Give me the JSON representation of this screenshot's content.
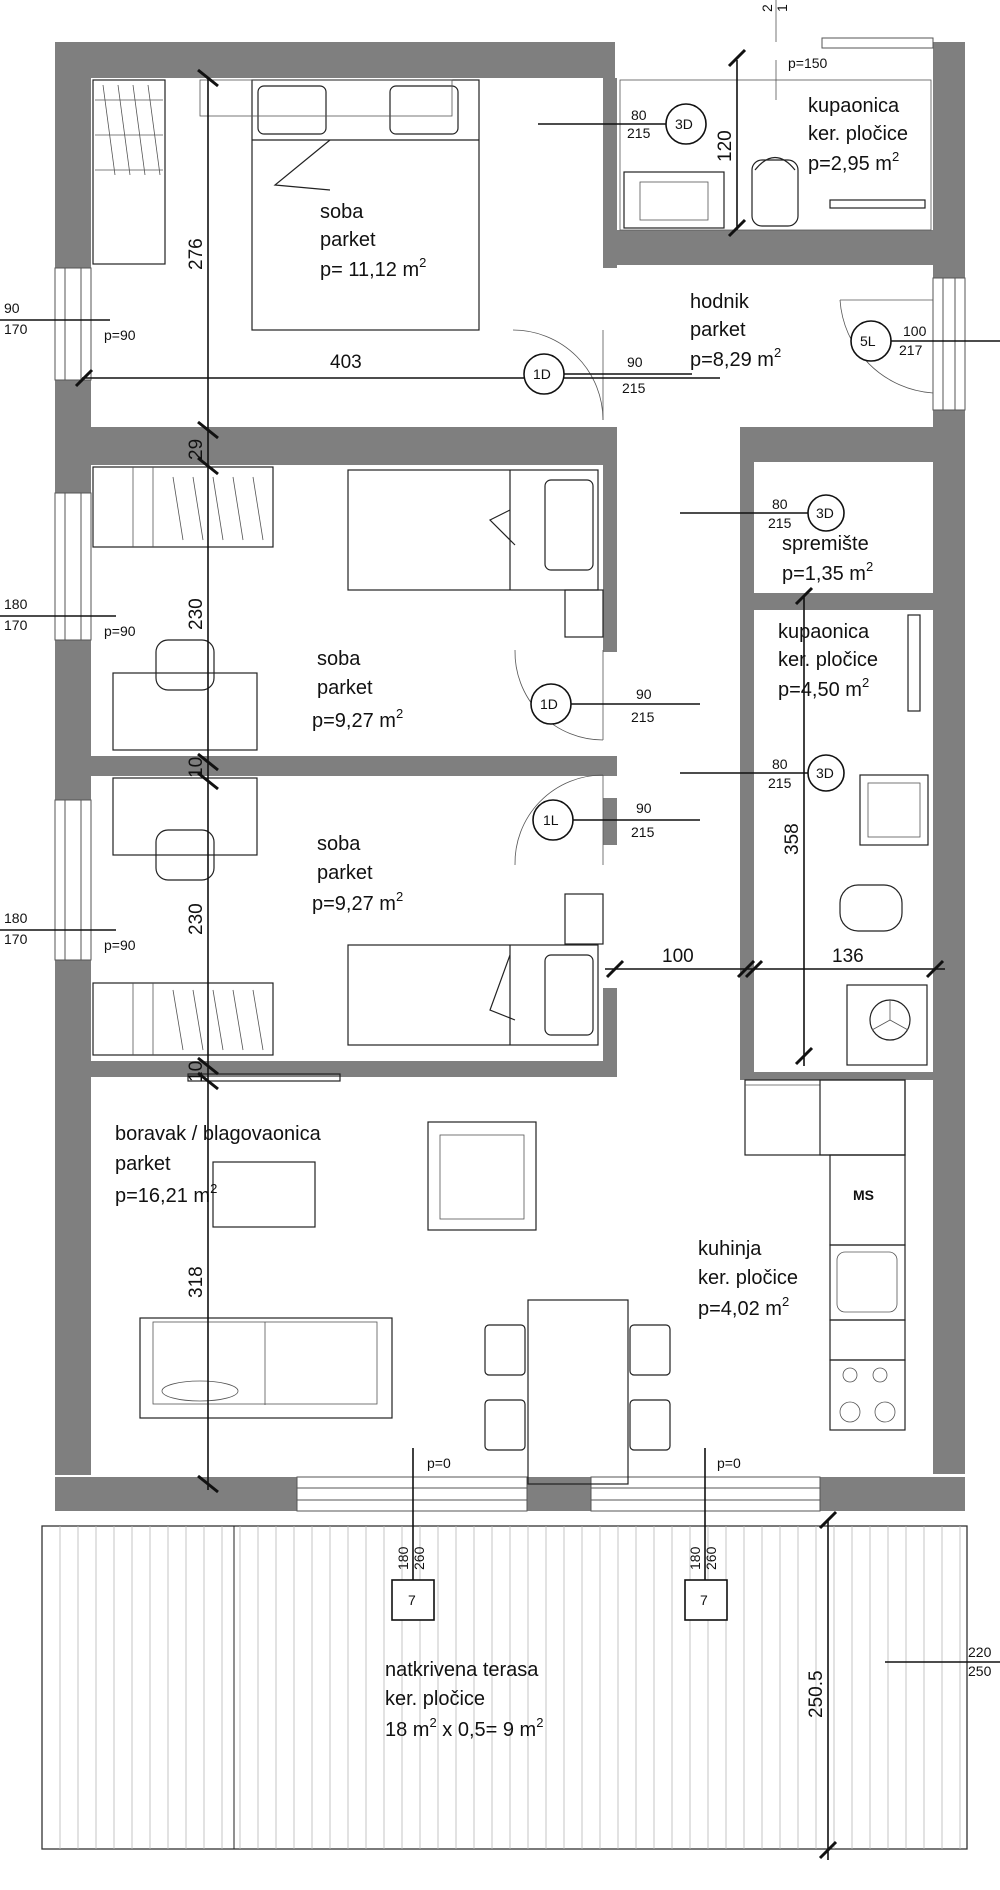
{
  "rooms": {
    "soba1": {
      "name": "soba",
      "floor": "parket",
      "area_prefix": "p= 11,12 m",
      "area_sup": "2"
    },
    "kupaonica1": {
      "name": "kupaonica",
      "floor": "ker. pločice",
      "area_prefix": "p=2,95 m",
      "area_sup": "2"
    },
    "hodnik": {
      "name": "hodnik",
      "floor": "parket",
      "area_prefix": "p=8,29 m",
      "area_sup": "2"
    },
    "spremiste": {
      "name": "spremište",
      "area_prefix": "p=1,35 m",
      "area_sup": "2"
    },
    "kupaonica2": {
      "name": "kupaonica",
      "floor": "ker. pločice",
      "area_prefix": "p=4,50 m",
      "area_sup": "2"
    },
    "soba2": {
      "name": "soba",
      "floor": "parket",
      "area_prefix": "p=9,27 m",
      "area_sup": "2"
    },
    "soba3": {
      "name": "soba",
      "floor": "parket",
      "area_prefix": "p=9,27 m",
      "area_sup": "2"
    },
    "boravak": {
      "name": "boravak / blagovaonica",
      "floor": "parket",
      "area_prefix": "p=16,21 m",
      "area_sup": "2"
    },
    "kuhinja": {
      "name": "kuhinja",
      "floor": "ker. pločice",
      "area_prefix": "p=4,02 m",
      "area_sup": "2"
    },
    "terasa": {
      "name": "natkrivena terasa",
      "floor": "ker. pločice",
      "area_prefix": "18 m",
      "area_sup": "2",
      "area_mid": " x 0,5= 9 m",
      "area_sup2": "2"
    }
  },
  "dimensions": {
    "d276": "276",
    "d403": "403",
    "d29": "29",
    "d230a": "230",
    "d10a": "10",
    "d230b": "230",
    "d10b": "10",
    "d318": "318",
    "d120": "120",
    "d358": "358",
    "d100": "100",
    "d136": "136",
    "d2505": "250.5"
  },
  "windows": {
    "w1": {
      "w": "90",
      "h": "170",
      "sill": "p=90"
    },
    "w2": {
      "w": "180",
      "h": "170",
      "sill": "p=90"
    },
    "w3": {
      "w": "180",
      "h": "170",
      "sill": "p=90"
    },
    "w4": {
      "w": "220",
      "h": "250"
    },
    "w5": {
      "w": "180",
      "h": "260",
      "sill": "p=0"
    },
    "w6": {
      "w": "180",
      "h": "260",
      "sill": "p=0"
    },
    "top_cut": {
      "a": "2",
      "b": "1"
    },
    "bath_sill": "p=150"
  },
  "doors": {
    "d_bath": {
      "tag": "3D",
      "w": "80",
      "h": "215"
    },
    "d_soba1": {
      "tag": "1D",
      "w": "90",
      "h": "215"
    },
    "d_entry": {
      "tag": "5L",
      "w": "100",
      "h": "217"
    },
    "d_store": {
      "tag": "3D",
      "w": "80",
      "h": "215"
    },
    "d_soba2": {
      "tag": "1D",
      "w": "90",
      "h": "215"
    },
    "d_bath2": {
      "tag": "3D",
      "w": "80",
      "h": "215"
    },
    "d_soba3": {
      "tag": "1L",
      "w": "90",
      "h": "215"
    },
    "t1": {
      "tag": "7"
    },
    "t2": {
      "tag": "7"
    }
  },
  "appliances": {
    "ms": "MS"
  }
}
